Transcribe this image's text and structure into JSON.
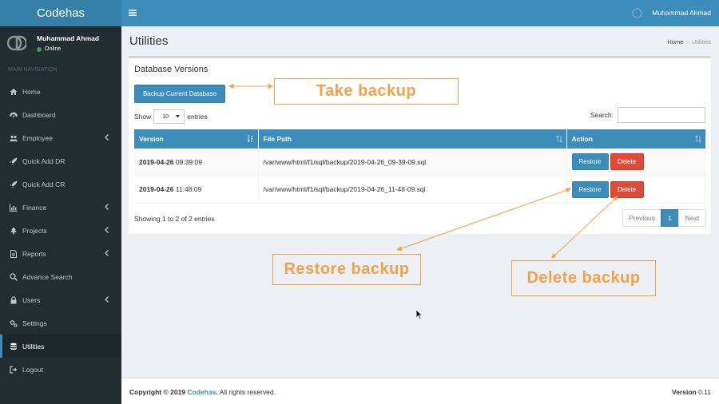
{
  "app": {
    "brand": "Codehas"
  },
  "user": {
    "name": "Muhammad Ahmad",
    "status": "Online"
  },
  "sidebar": {
    "header": "MAIN NAVIGATION",
    "items": [
      {
        "label": "Home",
        "icon": "home-icon",
        "has_children": false,
        "active": false
      },
      {
        "label": "Dashboard",
        "icon": "dashboard-icon",
        "has_children": false,
        "active": false
      },
      {
        "label": "Employee",
        "icon": "users-icon",
        "has_children": true,
        "active": false
      },
      {
        "label": "Quick Add DR",
        "icon": "rocket-icon",
        "has_children": false,
        "active": false
      },
      {
        "label": "Quick Add CR",
        "icon": "rocket-icon",
        "has_children": false,
        "active": false
      },
      {
        "label": "Finance",
        "icon": "bar-chart-icon",
        "has_children": true,
        "active": false
      },
      {
        "label": "Projects",
        "icon": "tree-icon",
        "has_children": true,
        "active": false
      },
      {
        "label": "Reports",
        "icon": "file-icon",
        "has_children": true,
        "active": false
      },
      {
        "label": "Advance Search",
        "icon": "search-icon",
        "has_children": false,
        "active": false
      },
      {
        "label": "Users",
        "icon": "lock-icon",
        "has_children": true,
        "active": false
      },
      {
        "label": "Settings",
        "icon": "gears-icon",
        "has_children": false,
        "active": false
      },
      {
        "label": "Utilities",
        "icon": "database-icon",
        "has_children": false,
        "active": true
      },
      {
        "label": "Logout",
        "icon": "sign-out-icon",
        "has_children": false,
        "active": false
      }
    ]
  },
  "page": {
    "title": "Utilities",
    "breadcrumb": {
      "home": "Home",
      "current": "Utilities"
    }
  },
  "box": {
    "title": "Database Versions",
    "backup_button": "Backup Current Database",
    "show_label": "Show",
    "entries_value": "10",
    "entries_label": "entries",
    "search_label": "Search:",
    "search_value": "",
    "columns": [
      "Version",
      "File Path",
      "Action"
    ],
    "rows": [
      {
        "date": "2019-04-26",
        "time": " 09:39:09",
        "path": "/var/www/html/f1/sql/backup/2019-04-26_09-39-09.sql",
        "restore": "Restore",
        "delete": "Delete"
      },
      {
        "date": "2019-04-26",
        "time": " 11:48:09",
        "path": "/var/www/html/f1/sql/backup/2019-04-26_11-48-09.sql",
        "restore": "Restore",
        "delete": "Delete"
      }
    ],
    "info": "Showing 1 to 2 of 2 entries",
    "pagination": {
      "previous": "Previous",
      "current": "1",
      "next": "Next"
    }
  },
  "annotations": {
    "take_backup": "Take backup",
    "restore_backup": "Restore backup",
    "delete_backup": "Delete backup",
    "color": "#f5a147"
  },
  "footer": {
    "copyright_prefix": "Copyright © 2019 ",
    "company": "Codehas",
    "copyright_suffix": ". All rights reserved.",
    "version_label": "Version",
    "version_value": " 0.11"
  },
  "colors": {
    "primary": "#3c8dbc",
    "danger": "#dd4b39",
    "sidebar_bg": "#222d32",
    "header_bg": "#3c8dbc",
    "logo_bg": "#367fa9"
  }
}
